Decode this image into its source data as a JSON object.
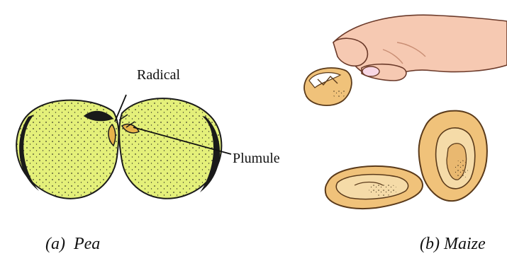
{
  "labels": {
    "radical": "Radical",
    "plumule": "Plumule",
    "caption_a": "(a)  Pea",
    "caption_b": "(b) Maize"
  },
  "colors": {
    "pea_fill": "#e4f07a",
    "pea_outline": "#1a1a1a",
    "maize_fill": "#f0c27a",
    "maize_inner": "#f5dba8",
    "skin": "#f6c9b2",
    "skin_shade": "#e9a68c",
    "text": "#111111"
  },
  "icons": {
    "hand": "hand-icon",
    "speckle": "speckle-texture"
  }
}
